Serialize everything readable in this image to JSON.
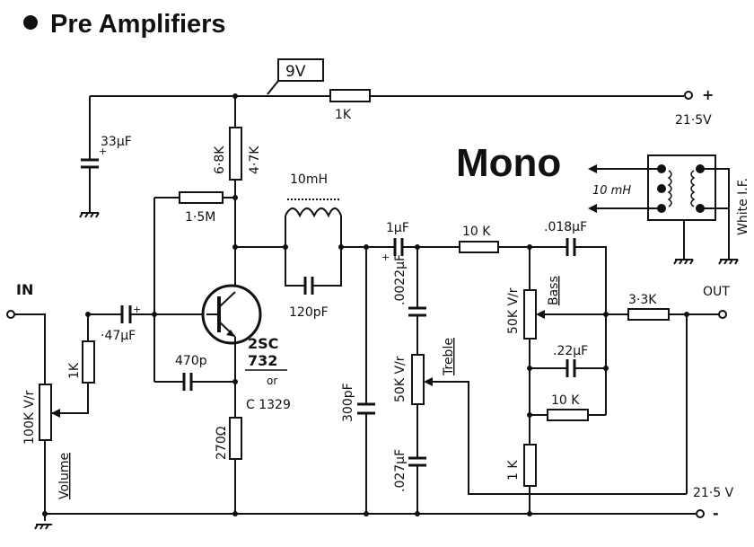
{
  "title": "Pre Amplifiers",
  "heading": "Mono",
  "supply": {
    "box_label": "9V",
    "plus_label": "+",
    "minus_label": "-",
    "voltage_top": "21·5V",
    "voltage_bottom": "21·5 V"
  },
  "io": {
    "input": "IN",
    "output": "OUT"
  },
  "components": {
    "r_supply": "1K",
    "c_supply": "33μF",
    "r_collector_a": "6·8K",
    "r_collector_b": "4·7K",
    "r_bias": "1·5M",
    "inductor": "10mH",
    "c_tank": "120pF",
    "c_input": "·47μF",
    "r_input": "1K",
    "pot_volume": "100K V/r",
    "volume_label": "Volume",
    "c_feedback": "470p",
    "transistor_line1": "2SC",
    "transistor_line2": "732",
    "transistor_or": "or",
    "transistor_alt": "C 1329",
    "r_emitter": "270Ω",
    "c_shunt": "300pF",
    "c_coupling": "1μF",
    "r_tone": "10 K",
    "c_treble_top": ".0022μF",
    "pot_treble": "50K V/r",
    "treble_label": "Treble",
    "c_treble_bottom": ".027μF",
    "c_bass_top": ".018μF",
    "pot_bass": "50K V/r",
    "bass_label": "Bass",
    "c_bass_mid": ".22μF",
    "r_bass_mid": "10 K",
    "r_bass_bottom": "1 K",
    "r_output": "3·3K"
  },
  "inset": {
    "inductor_label": "10 mH",
    "coil_label": "White I.F."
  }
}
